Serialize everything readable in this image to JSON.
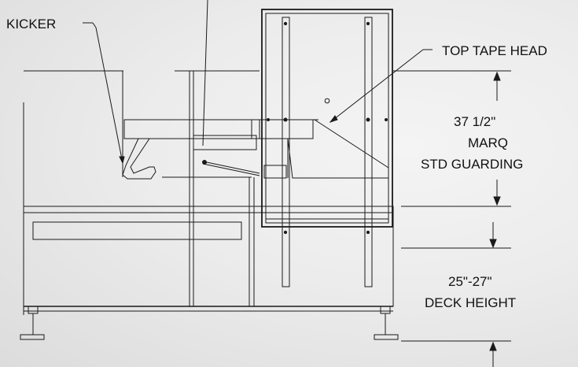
{
  "labels": {
    "kicker": "KICKER",
    "top_tape_head": "TOP TAPE HEAD",
    "guarding_height": "37 1/2\"",
    "guarding_brand": "MARQ",
    "guarding_type": "STD GUARDING",
    "deck_height_value": "25\"-27\"",
    "deck_height_label": "DECK HEIGHT"
  },
  "colors": {
    "line": "#1a1a1a",
    "background": "#ececec"
  }
}
